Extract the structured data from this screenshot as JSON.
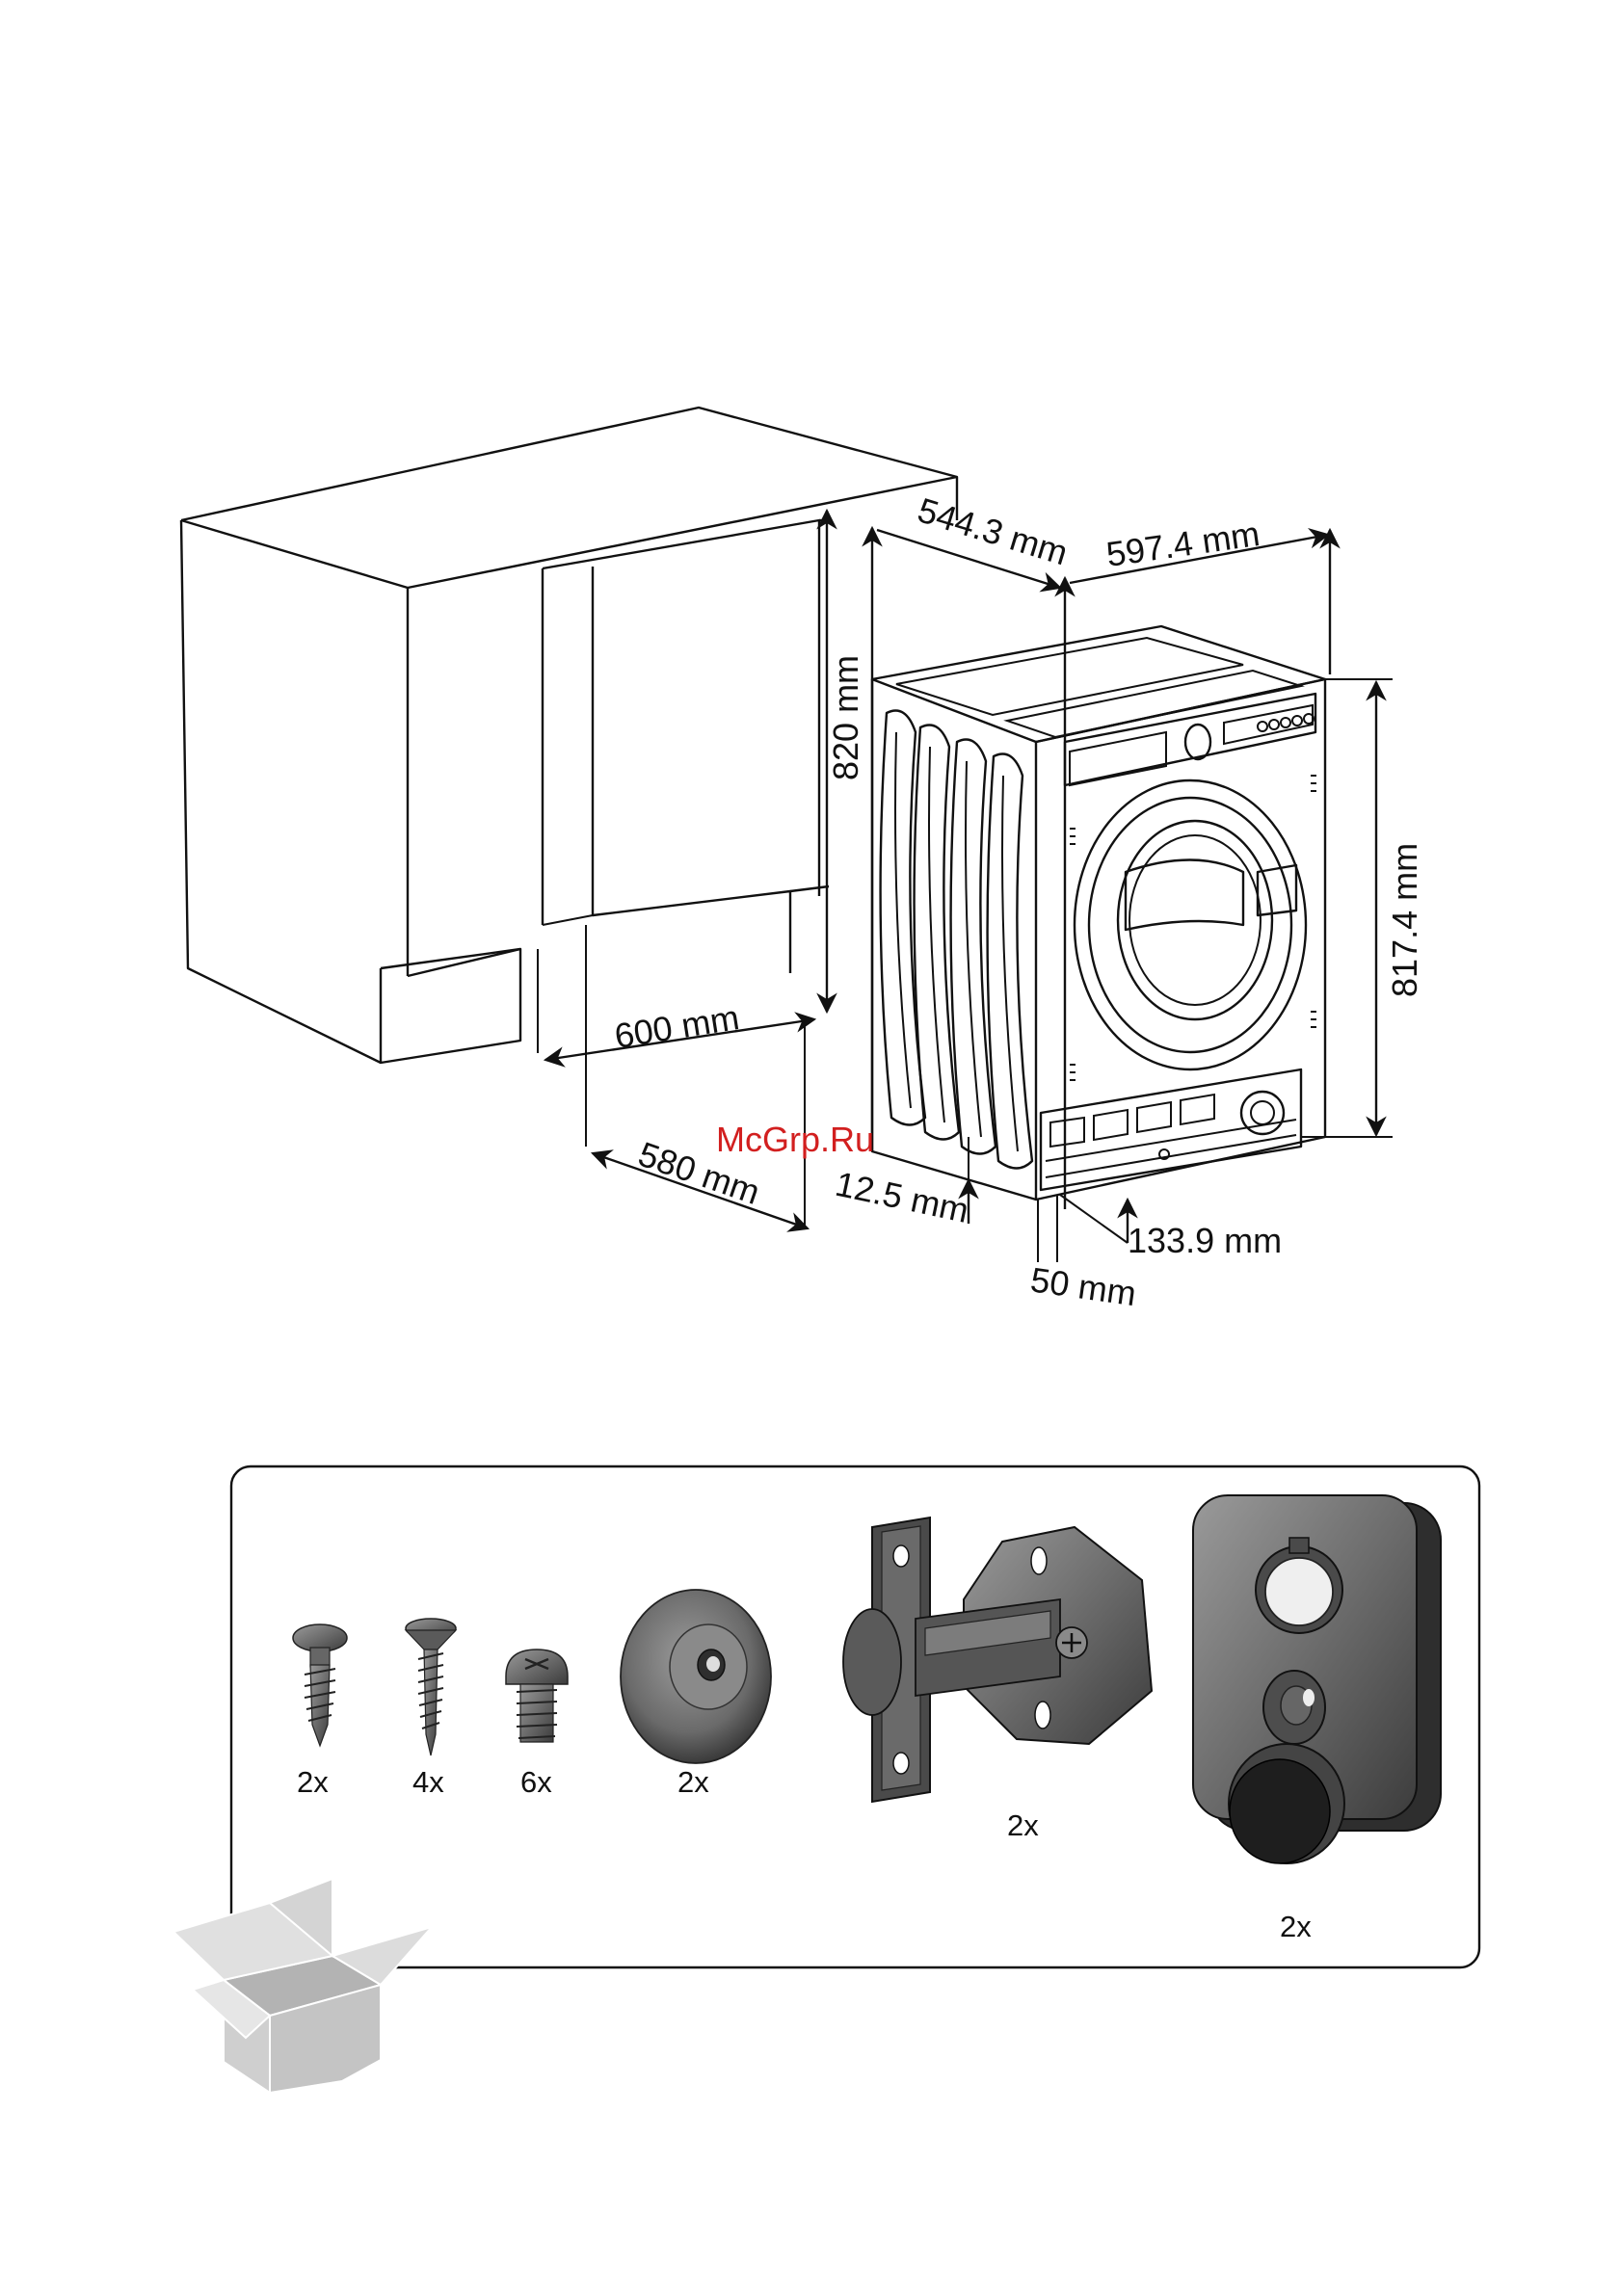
{
  "dimensions": {
    "cabinet_height": "820 mm",
    "cabinet_width": "600 mm",
    "cabinet_depth": "580 mm",
    "machine_depth": "544.3 mm",
    "machine_width": "597.4 mm",
    "machine_height": "817.4 mm",
    "plinth_offset": "12.5 mm",
    "plinth_height": "133.9 mm",
    "plinth_depth": "50 mm"
  },
  "watermark": "McGrp.Ru",
  "accessories": [
    {
      "id": "screw-pan-head",
      "icon": "pan-head-screw-icon",
      "quantity": "2x"
    },
    {
      "id": "screw-countersunk",
      "icon": "countersunk-screw-icon",
      "quantity": "4x"
    },
    {
      "id": "screw-machine",
      "icon": "machine-screw-icon",
      "quantity": "6x"
    },
    {
      "id": "washer-disc",
      "icon": "round-washer-icon",
      "quantity": "2x"
    },
    {
      "id": "door-hinge",
      "icon": "hinge-icon",
      "quantity": "2x"
    },
    {
      "id": "magnetic-latch-plate",
      "icon": "latch-plate-icon",
      "quantity": "2x"
    }
  ],
  "colors": {
    "line": "#111111",
    "part_fill": "#6e6e6e",
    "part_dark": "#3a3a3a",
    "box_fill": "#d6d6d6",
    "watermark": "#d21f1f"
  }
}
